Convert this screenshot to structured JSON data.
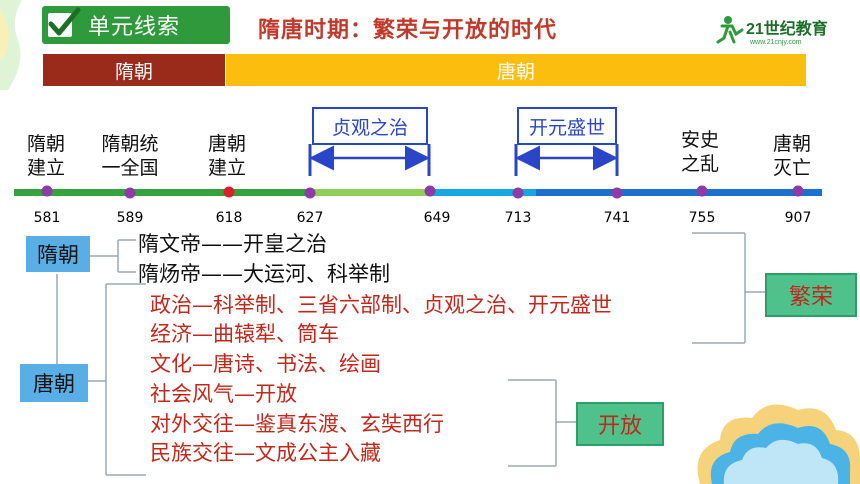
{
  "header": {
    "unit_label": "单元线索",
    "title": "隋唐时期：繁荣与开放的时代",
    "logo_text": "21世纪教育",
    "logo_url": "www.21cnjy.com"
  },
  "dynasty_bands": [
    {
      "label": "隋朝",
      "color": "#9a2a1a"
    },
    {
      "label": "唐朝",
      "color": "#fbbd0e"
    }
  ],
  "events": [
    {
      "line1": "隋朝",
      "line2": "建立"
    },
    {
      "line1": "隋朝统",
      "line2": "一全国"
    },
    {
      "line1": "唐朝",
      "line2": "建立"
    },
    {
      "line1": "安史",
      "line2": "之乱"
    },
    {
      "line1": "唐朝",
      "line2": "灭亡"
    }
  ],
  "periods": [
    {
      "label": "贞观之治"
    },
    {
      "label": "开元盛世"
    }
  ],
  "years": [
    "581",
    "589",
    "618",
    "627",
    "649",
    "713",
    "741",
    "755",
    "907"
  ],
  "structure": {
    "sui_box": "隋朝",
    "tang_box": "唐朝",
    "sui_items": [
      "隋文帝——开皇之治",
      "隋炀帝——大运河、科举制"
    ],
    "tang_items": [
      "政治—科举制、三省六部制、贞观之治、开元盛世",
      "经济—曲辕犁、筒车",
      "文化—唐诗、书法、绘画",
      "社会风气—开放",
      "对外交往—鉴真东渡、玄奘西行",
      "民族交往—文成公主入藏"
    ],
    "prosperity_tag": "繁荣",
    "openness_tag": "开放"
  },
  "colors": {
    "accent_red": "#c0281e",
    "blue_box": "#5aaee6",
    "green_tag": "#4ec28a",
    "period_blue": "#2a45c8"
  }
}
